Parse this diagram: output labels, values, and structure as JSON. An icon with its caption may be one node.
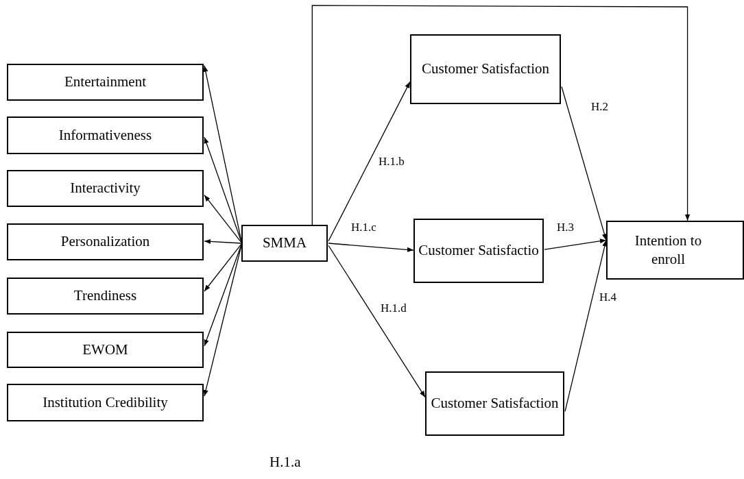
{
  "diagram": {
    "nodes": [
      {
        "text": [
          "Entertainment"
        ]
      },
      {
        "text": [
          "Informativeness"
        ]
      },
      {
        "text": [
          "Interactivity"
        ]
      },
      {
        "text": [
          "Personalization"
        ]
      },
      {
        "text": [
          "Trendiness"
        ]
      },
      {
        "text": [
          "EWOM"
        ]
      },
      {
        "text": [
          "Institution Credibility"
        ]
      },
      {
        "text": [
          "SMMA"
        ]
      },
      {
        "text": [
          "Customer Satisfaction"
        ]
      },
      {
        "text": [
          "Customer Satisfactio"
        ]
      },
      {
        "text": [
          "Customer Satisfaction"
        ]
      },
      {
        "text": [
          "Intention to enroll"
        ]
      }
    ],
    "edges": [
      {
        "from": 7,
        "to": 0,
        "arrow": "to"
      },
      {
        "from": 7,
        "to": 1,
        "arrow": "to"
      },
      {
        "from": 7,
        "to": 2,
        "arrow": "to"
      },
      {
        "from": 7,
        "to": 3,
        "arrow": "to"
      },
      {
        "from": 7,
        "to": 4,
        "arrow": "to"
      },
      {
        "from": 7,
        "to": 5,
        "arrow": "to"
      },
      {
        "from": 7,
        "to": 6,
        "arrow": "to"
      },
      {
        "from": 7,
        "to": 8,
        "arrow": "to",
        "label": "H.1.b"
      },
      {
        "from": 7,
        "to": 9,
        "arrow": "to",
        "label": "H.1.c"
      },
      {
        "from": 7,
        "to": 10,
        "arrow": "to",
        "label": "H.1.d"
      },
      {
        "from": 8,
        "to": 11,
        "arrow": "to",
        "label": "H.2"
      },
      {
        "from": 9,
        "to": 11,
        "arrow": "to",
        "label": "H.3"
      },
      {
        "from": 10,
        "to": 11,
        "arrow": "to",
        "label": "H.4"
      },
      {
        "from": 7,
        "to": 11,
        "arrow": "to"
      }
    ],
    "labels": [
      "H.1.a"
    ]
  }
}
